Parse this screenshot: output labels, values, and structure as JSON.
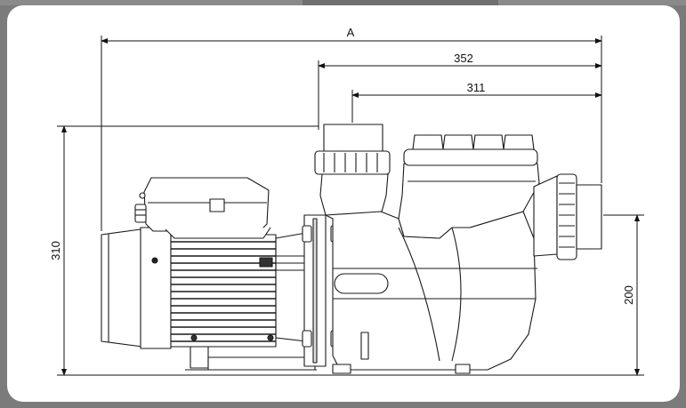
{
  "dimensions": {
    "overall_length": "A",
    "length_352": "352",
    "length_311": "311",
    "height_total": "310",
    "height_outlet": "200"
  }
}
